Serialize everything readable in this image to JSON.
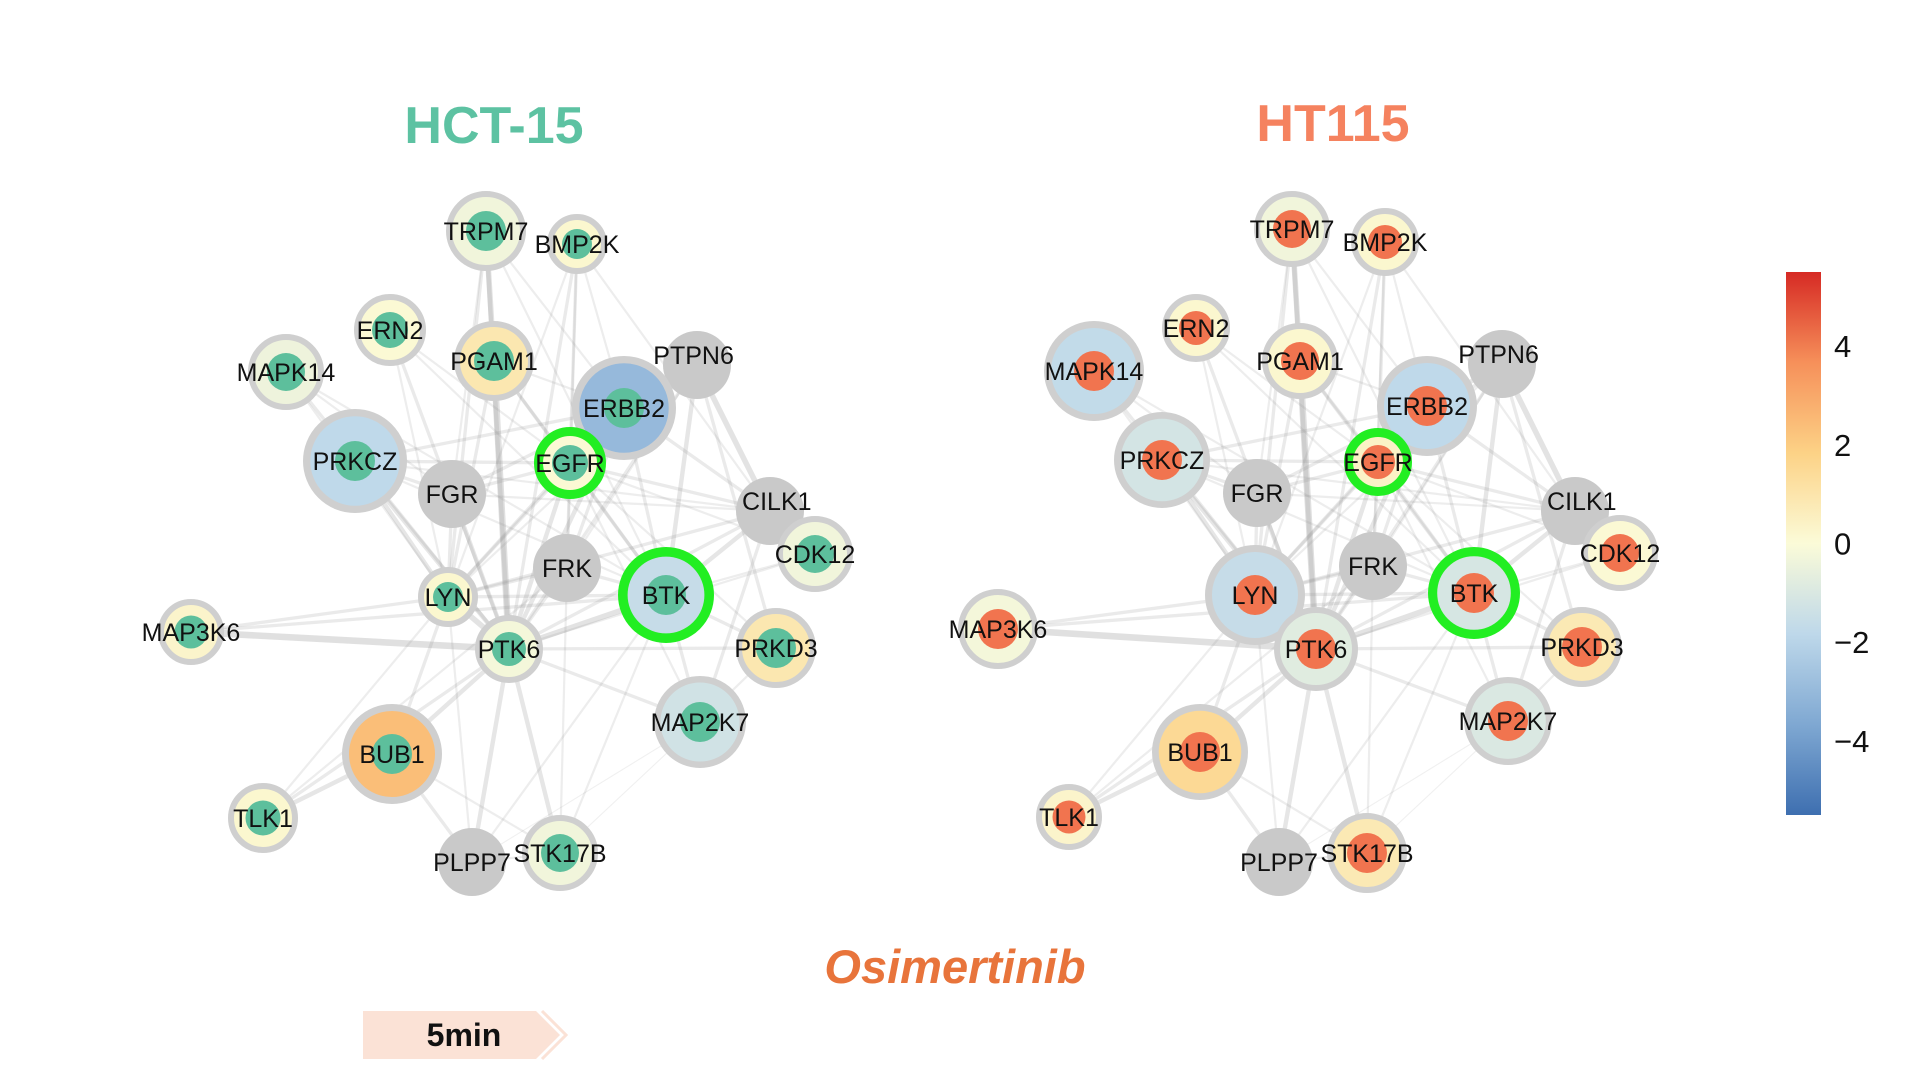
{
  "colors": {
    "hct15_title": "#5dc2a2",
    "ht115_title": "#f5825f",
    "drug": "#e8743b",
    "inner_hct15": "#5dbf9c",
    "inner_ht115": "#f1744f",
    "grey_node": "#c9c9c9",
    "ring": "#cfcfcf",
    "highlight": "#22ee22",
    "edge": "#8e8e8e",
    "arrow_fill": "#fbe2d6"
  },
  "colorscale": {
    "min": -5.5,
    "max": 5.5,
    "ticks": [
      {
        "value": 4,
        "label": "4"
      },
      {
        "value": 2,
        "label": "2"
      },
      {
        "value": 0,
        "label": "0"
      },
      {
        "value": -2,
        "label": "−2"
      },
      {
        "value": -4,
        "label": "−4"
      }
    ],
    "stops": [
      "#3e6fb0",
      "#7fa8d2",
      "#bed8ea",
      "#fbfbd8",
      "#fcd286",
      "#f6905a",
      "#d62a24"
    ]
  },
  "drug": "Osimertinib",
  "time_label": "5min",
  "panels": [
    {
      "id": "hct15",
      "title": "HCT-15",
      "nodes": [
        {
          "name": "TRPM7",
          "value": -0.3,
          "ring": "grey"
        },
        {
          "name": "BMP2K",
          "value": 0.2,
          "ring": "grey"
        },
        {
          "name": "ERN2",
          "value": 0.1,
          "ring": "grey"
        },
        {
          "name": "MAPK14",
          "value": -0.4,
          "ring": "grey"
        },
        {
          "name": "PGAM1",
          "value": 0.9,
          "ring": "grey"
        },
        {
          "name": "PTPN6",
          "value": null,
          "ring": "none"
        },
        {
          "name": "ERBB2",
          "value": -3.0,
          "ring": "grey"
        },
        {
          "name": "PRKCZ",
          "value": -1.8,
          "ring": "grey"
        },
        {
          "name": "FGR",
          "value": null,
          "ring": "none"
        },
        {
          "name": "EGFR",
          "value": 0.1,
          "ring": "green"
        },
        {
          "name": "CILK1",
          "value": null,
          "ring": "none"
        },
        {
          "name": "CDK12",
          "value": -0.3,
          "ring": "grey"
        },
        {
          "name": "FRK",
          "value": null,
          "ring": "none"
        },
        {
          "name": "LYN",
          "value": 0.2,
          "ring": "grey"
        },
        {
          "name": "BTK",
          "value": -1.6,
          "ring": "green"
        },
        {
          "name": "MAP3K6",
          "value": 0.3,
          "ring": "grey"
        },
        {
          "name": "PTK6",
          "value": -0.2,
          "ring": "grey"
        },
        {
          "name": "PRKD3",
          "value": 0.9,
          "ring": "grey"
        },
        {
          "name": "MAP2K7",
          "value": -1.3,
          "ring": "grey"
        },
        {
          "name": "BUB1",
          "value": 2.4,
          "ring": "grey"
        },
        {
          "name": "TLK1",
          "value": 0.2,
          "ring": "grey"
        },
        {
          "name": "PLPP7",
          "value": null,
          "ring": "none"
        },
        {
          "name": "STK17B",
          "value": -0.3,
          "ring": "grey"
        }
      ]
    },
    {
      "id": "ht115",
      "title": "HT115",
      "nodes": [
        {
          "name": "TRPM7",
          "value": -0.3,
          "ring": "grey"
        },
        {
          "name": "BMP2K",
          "value": 0.2,
          "ring": "grey"
        },
        {
          "name": "ERN2",
          "value": 0.2,
          "ring": "grey"
        },
        {
          "name": "MAPK14",
          "value": -1.7,
          "ring": "grey"
        },
        {
          "name": "PGAM1",
          "value": 0.2,
          "ring": "grey"
        },
        {
          "name": "PTPN6",
          "value": null,
          "ring": "none"
        },
        {
          "name": "ERBB2",
          "value": -1.8,
          "ring": "grey"
        },
        {
          "name": "PRKCZ",
          "value": -1.2,
          "ring": "grey"
        },
        {
          "name": "FGR",
          "value": null,
          "ring": "none"
        },
        {
          "name": "EGFR",
          "value": 0.4,
          "ring": "green"
        },
        {
          "name": "CILK1",
          "value": null,
          "ring": "none"
        },
        {
          "name": "CDK12",
          "value": 0.1,
          "ring": "grey"
        },
        {
          "name": "FRK",
          "value": null,
          "ring": "none"
        },
        {
          "name": "LYN",
          "value": -1.6,
          "ring": "grey"
        },
        {
          "name": "BTK",
          "value": -1.1,
          "ring": "green"
        },
        {
          "name": "MAP3K6",
          "value": -0.2,
          "ring": "grey"
        },
        {
          "name": "PTK6",
          "value": -0.8,
          "ring": "grey"
        },
        {
          "name": "PRKD3",
          "value": 0.8,
          "ring": "grey"
        },
        {
          "name": "MAP2K7",
          "value": -1.0,
          "ring": "grey"
        },
        {
          "name": "BUB1",
          "value": 1.5,
          "ring": "grey"
        },
        {
          "name": "TLK1",
          "value": 0.3,
          "ring": "grey"
        },
        {
          "name": "PLPP7",
          "value": null,
          "ring": "none"
        },
        {
          "name": "STK17B",
          "value": 0.8,
          "ring": "grey"
        }
      ]
    }
  ]
}
